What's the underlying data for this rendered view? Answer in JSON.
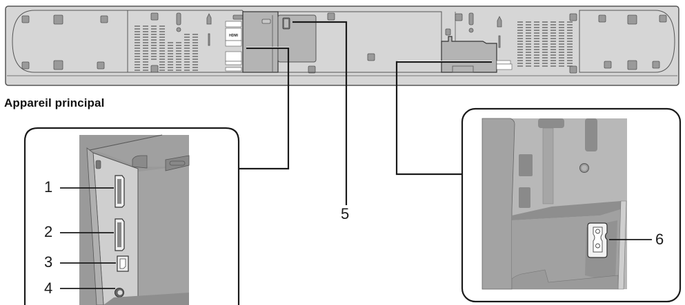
{
  "caption": "Appareil principal",
  "device": {
    "name": "soundbar-rear",
    "port_panel_label": "HDMI",
    "colors": {
      "body": "#d6d6d6",
      "body_edge": "#555555",
      "panel": "#b4b4b4",
      "inset_bg": "#a9a9a9",
      "inset_dark": "#8c8c8c",
      "foot": "#9a9a9a",
      "line": "#1a1a1a"
    }
  },
  "callouts": [
    {
      "number": "1",
      "target": "HDMI port 1"
    },
    {
      "number": "2",
      "target": "HDMI port 2"
    },
    {
      "number": "3",
      "target": "optical input"
    },
    {
      "number": "4",
      "target": "analog input jack"
    },
    {
      "number": "5",
      "target": "USB port"
    },
    {
      "number": "6",
      "target": "AC power inlet"
    }
  ]
}
